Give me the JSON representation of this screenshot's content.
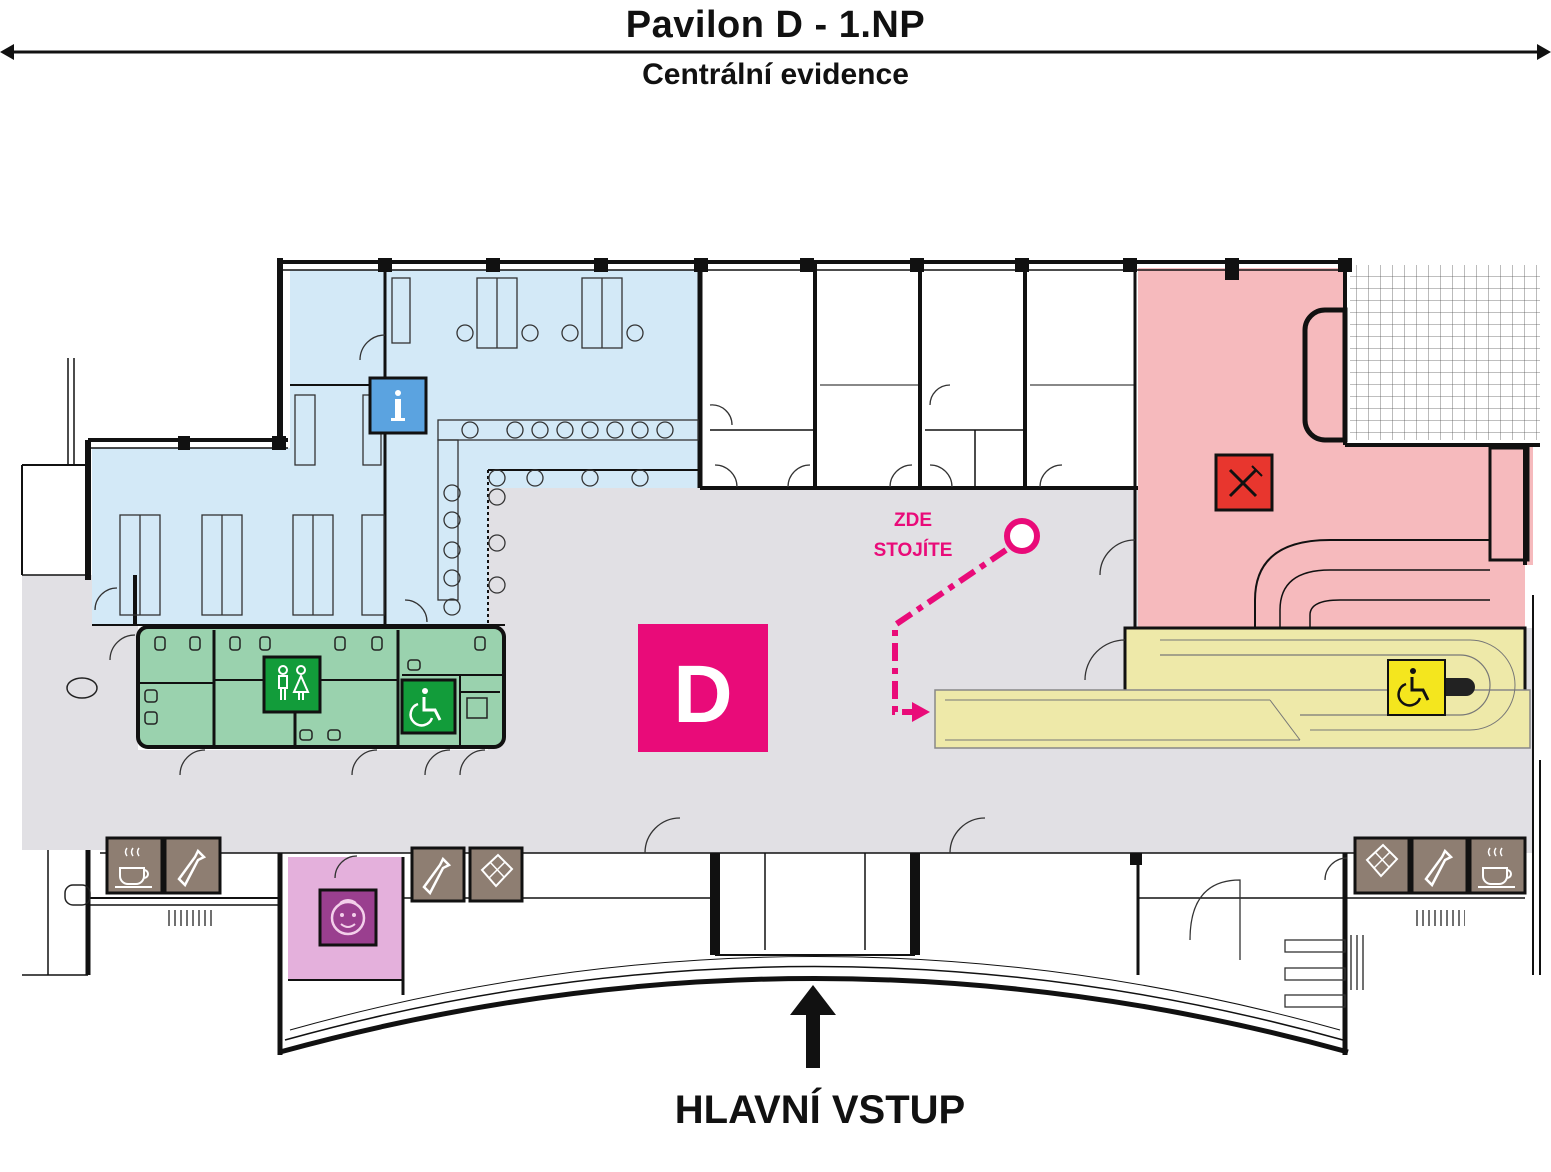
{
  "header": {
    "title": "Pavilon D - 1.NP",
    "subtitle": "Centrální evidence"
  },
  "map": {
    "pavilion_letter": "D",
    "you_are_here": [
      "ZDE",
      "STOJÍTE"
    ],
    "main_entrance": "HLAVNÍ VSTUP"
  },
  "icons": {
    "info": "info-icon",
    "restaurant": "fork-knife-icon",
    "toilets": "toilets-icon",
    "wheelchair": "wheelchair-icon",
    "baby_room": "baby-changing-icon",
    "coffee": "coffee-icon",
    "drinks": "bottle-icon",
    "snacks": "chocolate-icon"
  },
  "colors": {
    "waiting_area": "#d3e9f7",
    "corridor": "#e1e0e4",
    "toilets": "#9ad2ae",
    "restaurant": "#f6babd",
    "ramp": "#eee9a9",
    "baby_room": "#e4b0dc",
    "accent_magenta": "#e90b79",
    "vending_brown": "#8e7e72"
  }
}
